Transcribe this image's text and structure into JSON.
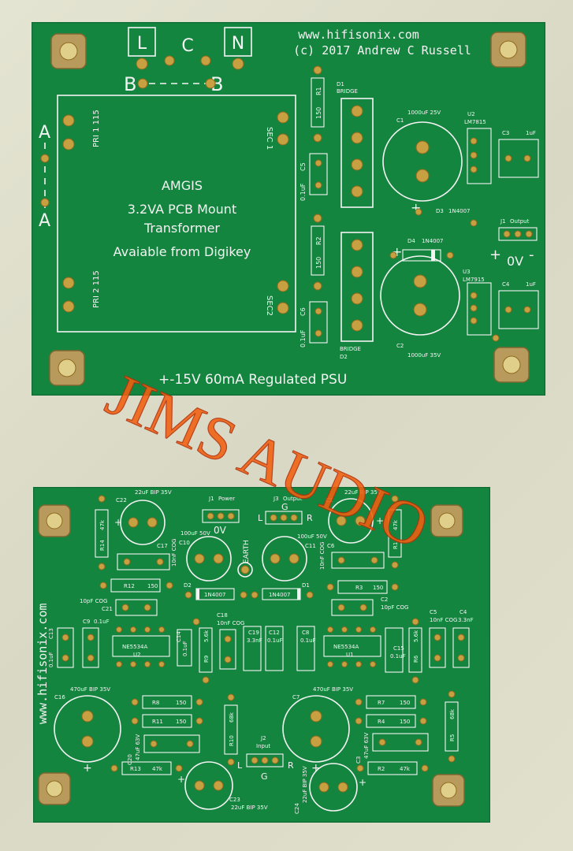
{
  "watermark": "JIMS AUDIO",
  "top_board": {
    "website": "www.hifisonix.com",
    "copyright": "(c) 2017 Andrew C Russell",
    "terminal_L": "L",
    "terminal_C": "C",
    "terminal_N": "N",
    "label_B_left": "B",
    "label_B_right": "B",
    "label_A_top": "A",
    "label_A_bottom": "A",
    "transformer_name": "AMGIS",
    "transformer_line1": "3.2VA PCB Mount",
    "transformer_line2": "Transformer",
    "transformer_line3": "Avaiable from Digikey",
    "pri1": "PRI 1 115",
    "pri2": "PRI 2 115",
    "sec1": "SEC 1",
    "sec2": "SEC2",
    "r1": "R1",
    "r1_val": "150",
    "r2": "R2",
    "r2_val": "150",
    "c5": "C5",
    "c5_val": "0.1uF",
    "c6": "C6",
    "c6_val": "0.1uF",
    "d1": "D1",
    "d1_label": "BRIDGE",
    "d2": "D2",
    "d2_label": "BRIDGE",
    "c1": "C1",
    "c1_val": "1000uF 25V",
    "c2": "C2",
    "c2_val": "1000uF 35V",
    "u2": "U2",
    "u2_part": "LM7815",
    "u3": "U3",
    "u3_part": "LM7915",
    "c3": "C3",
    "c3_val": "1uF",
    "c4": "C4",
    "c4_val": "1uF",
    "d3": "D3",
    "d3_val": "1N4007",
    "d4": "D4",
    "d4_val": "1N4007",
    "j1": "J1",
    "j1_label": "Output",
    "plus": "+",
    "zero_v": "0V",
    "minus": "-",
    "footer": "+-15V  60mA Regulated PSU"
  },
  "bottom_board": {
    "website": "www.hifisonix.com",
    "j1": "J1",
    "j1_label": "Power",
    "j3": "J3",
    "j3_label": "Output",
    "g": "G",
    "l": "L",
    "r": "R",
    "zero_v": "0V",
    "earth": "EARTH",
    "c22": "C22",
    "c22_val": "22uF BIP 35V",
    "c1": "C1",
    "c1_val": "22uF BIP 35V",
    "r14": "R14",
    "r14_val": "47k",
    "r1": "R1",
    "r1_val": "47k",
    "c10": "C10",
    "c10_val": "100uF 50V",
    "c11": "C11",
    "c11_val": "100uF 50V",
    "c17": "C17",
    "c17_val": "10nF COG",
    "c6": "C6",
    "c6_val": "10nF COG",
    "r12": "R12",
    "r12_val": "150",
    "r3": "R3",
    "r3_val": "150",
    "d2": "D2",
    "d2_val": "1N4007",
    "d1": "D1",
    "d1_val": "1N4007",
    "c21": "C21",
    "c21_val": "10pF COG",
    "c2": "C2",
    "c2_val": "10pF COG",
    "c13": "C13",
    "c13_val": "0.1uF",
    "c9": "C9",
    "c9_val": "0.1uF",
    "u2": "U2",
    "u2_part": "NE5534A",
    "u1": "U1",
    "u1_part": "NE5534A",
    "c14": "C14",
    "c14_val": "0.1uF",
    "r9": "R9",
    "r9_val": "5.6k",
    "c18": "C18",
    "c18_val": "10nF COG",
    "c19": "C19",
    "c19_val": "3.3nF",
    "c12": "C12",
    "c12_val": "0.1uF",
    "c8": "C8",
    "c8_val": "0.1uF",
    "c15": "C15",
    "c15_val": "0.1uF",
    "r6": "R6",
    "r6_val": "5.6k",
    "c5": "C5",
    "c5_val": "10nF COG",
    "c4": "C4",
    "c4_val": "3.3nF",
    "c16": "C16",
    "c16_val": "470uF BIP 35V",
    "c7": "C7",
    "c7_val": "470uF BIP 35V",
    "r8": "R8",
    "r8_val": "150",
    "r11": "R11",
    "r11_val": "150",
    "r7": "R7",
    "r7_val": "150",
    "r4": "R4",
    "r4_val": "150",
    "r10": "R10",
    "r10_val": "68k",
    "r5": "R5",
    "r5_val": "68k",
    "c20": "C20",
    "c20_val": "47uF 63V",
    "c3": "C3",
    "c3_val": "47uF 63V",
    "r13": "R13",
    "r13_val": "47k",
    "r2": "R2",
    "r2_val": "47k",
    "j2": "J2",
    "j2_label": "Input",
    "c23": "C23",
    "c23_val": "22uF BIP 35V",
    "c24": "C24",
    "c24_val": "22uF BIP 35V",
    "plus": "+"
  }
}
